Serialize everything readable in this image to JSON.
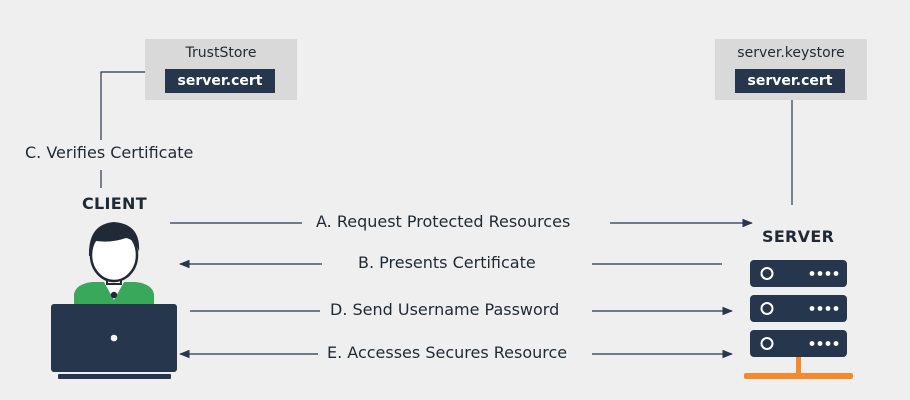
{
  "truststore": {
    "title": "TrustStore",
    "cert": "server.cert"
  },
  "keystore": {
    "title": "server.keystore",
    "cert": "server.cert"
  },
  "client": {
    "label": "CLIENT"
  },
  "server": {
    "label": "SERVER"
  },
  "steps": {
    "verify": "C. Verifies Certificate",
    "request": "A. Request Protected Resources",
    "presents": "B. Presents Certificate",
    "send": "D. Send Username Password",
    "access": "E. Accesses Secures Resource"
  },
  "colors": {
    "navy": "#25364d",
    "green": "#3aa85a",
    "orange": "#f58a2c",
    "box": "#d9d9d9",
    "background": "#efefef"
  }
}
